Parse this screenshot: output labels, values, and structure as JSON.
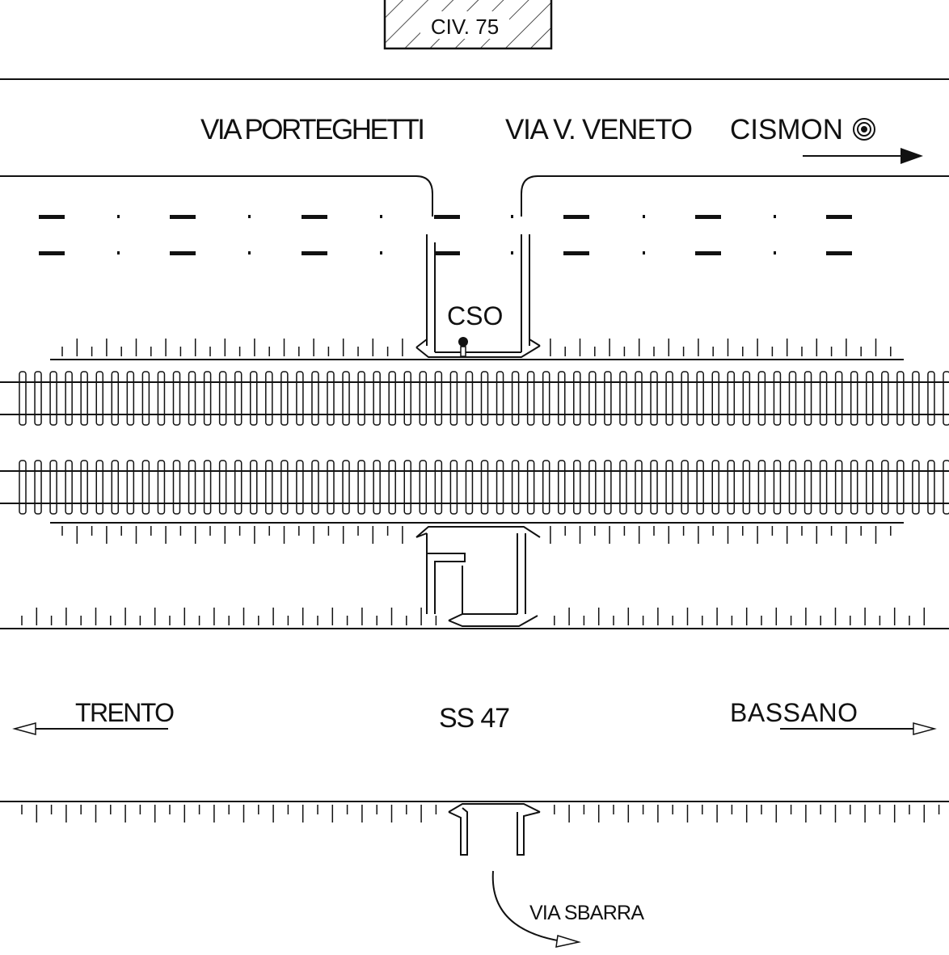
{
  "building": {
    "label": "CIV. 75"
  },
  "streets": {
    "via_porteghetti": "VIA PORTEGHETTI",
    "via_veneto": "VIA V. VENETO",
    "cismon": "CISMON",
    "cso": "CSO",
    "trento": "TRENTO",
    "ss47": "SS 47",
    "bassano": "BASSANO",
    "via_sbarra": "VIA SBARRA"
  },
  "icons": [
    "target-icon",
    "arrow-right-icon",
    "arrow-left-icon",
    "curved-arrow-icon",
    "manhole-icon"
  ],
  "colors": {
    "ink": "#111111",
    "background": "#ffffff"
  }
}
